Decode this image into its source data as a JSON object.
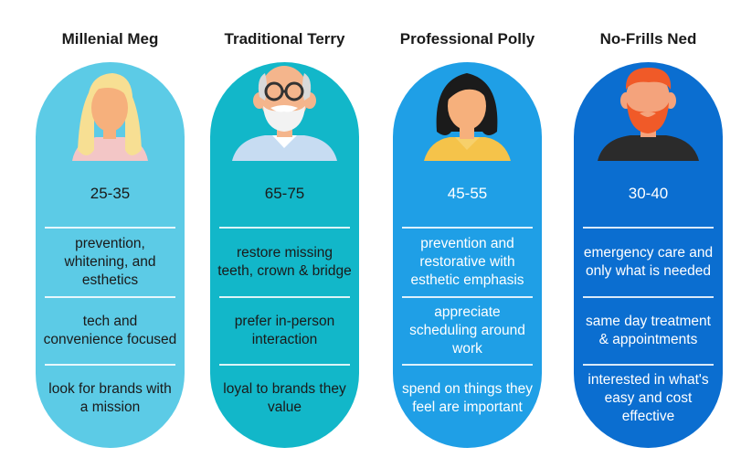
{
  "personas": [
    {
      "name": "Millenial Meg",
      "age": "25-35",
      "rows": [
        "prevention, whitening, and esthetics",
        "tech and convenience focused",
        "look for brands with a mission"
      ],
      "bg": "#5ccbe6",
      "text_color": "#1a1a1a",
      "icon": "blonde-woman-avatar-icon"
    },
    {
      "name": "Traditional Terry",
      "age": "65-75",
      "rows": [
        "restore missing teeth, crown & bridge",
        "prefer in-person interaction",
        "loyal to brands they value"
      ],
      "bg": "#12b7c9",
      "text_color": "#1a1a1a",
      "icon": "elderly-man-glasses-avatar-icon"
    },
    {
      "name": "Professional Polly",
      "age": "45-55",
      "rows": [
        "prevention and restorative with esthetic emphasis",
        "appreciate scheduling around work",
        "spend on things they feel are important"
      ],
      "bg": "#1f9fe6",
      "text_color": "#ffffff",
      "icon": "dark-haired-woman-avatar-icon"
    },
    {
      "name": "No-Frills Ned",
      "age": "30-40",
      "rows": [
        "emergency care and only what is needed",
        "same day treatment & appointments",
        "interested in what's easy and cost effective"
      ],
      "bg": "#0b6ed0",
      "text_color": "#ffffff",
      "icon": "red-bearded-man-avatar-icon"
    }
  ]
}
